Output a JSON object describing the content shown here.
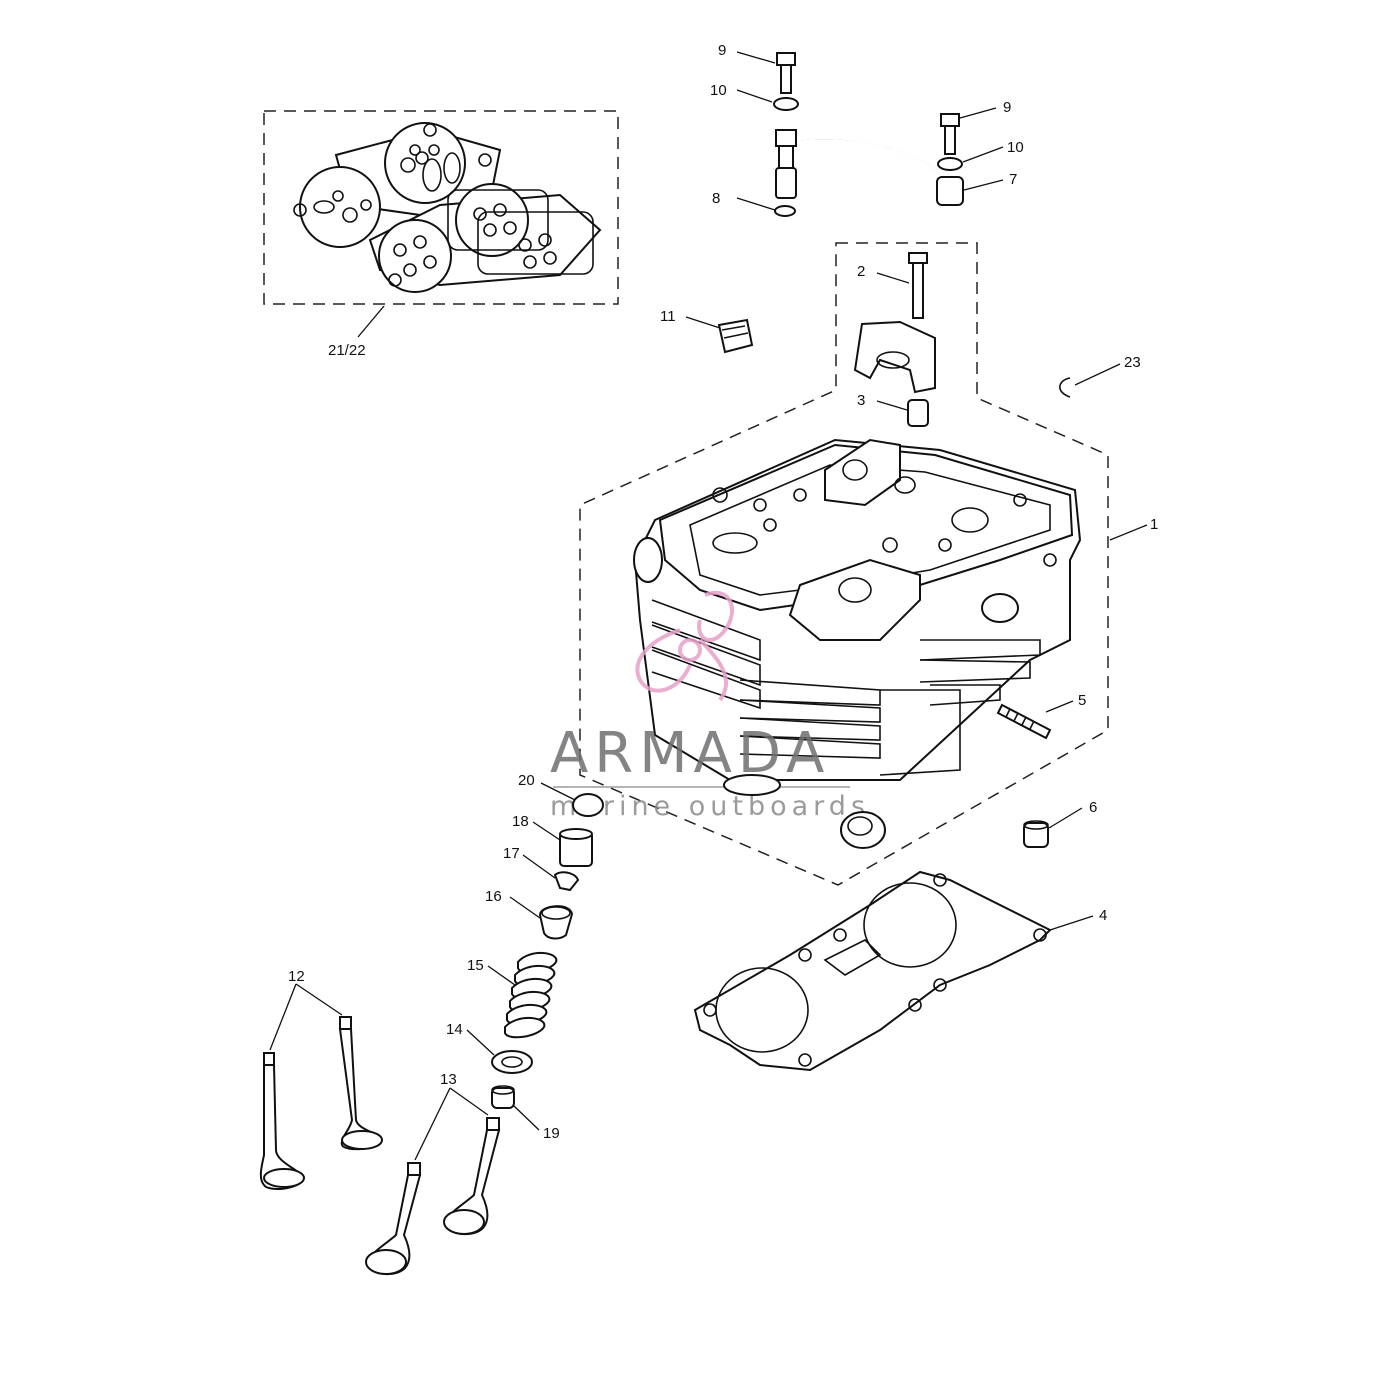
{
  "diagram": {
    "callouts": [
      {
        "id": "c1",
        "text": "1"
      },
      {
        "id": "c2",
        "text": "2"
      },
      {
        "id": "c3",
        "text": "3"
      },
      {
        "id": "c4",
        "text": "4"
      },
      {
        "id": "c5",
        "text": "5"
      },
      {
        "id": "c6",
        "text": "6"
      },
      {
        "id": "c7",
        "text": "7"
      },
      {
        "id": "c8",
        "text": "8"
      },
      {
        "id": "c9a",
        "text": "9"
      },
      {
        "id": "c9b",
        "text": "9"
      },
      {
        "id": "c10a",
        "text": "10"
      },
      {
        "id": "c10b",
        "text": "10"
      },
      {
        "id": "c11",
        "text": "11"
      },
      {
        "id": "c12",
        "text": "12"
      },
      {
        "id": "c13",
        "text": "13"
      },
      {
        "id": "c14",
        "text": "14"
      },
      {
        "id": "c15",
        "text": "15"
      },
      {
        "id": "c16",
        "text": "16"
      },
      {
        "id": "c17",
        "text": "17"
      },
      {
        "id": "c18",
        "text": "18"
      },
      {
        "id": "c19",
        "text": "19"
      },
      {
        "id": "c20",
        "text": "20"
      },
      {
        "id": "c21",
        "text": "21/22"
      },
      {
        "id": "c23",
        "text": "23"
      }
    ]
  },
  "watermark": {
    "title": "ARMADA",
    "subtitle": "marine outboards",
    "logo_color": "#e7a0c8",
    "text_color": "#6f6f72"
  }
}
